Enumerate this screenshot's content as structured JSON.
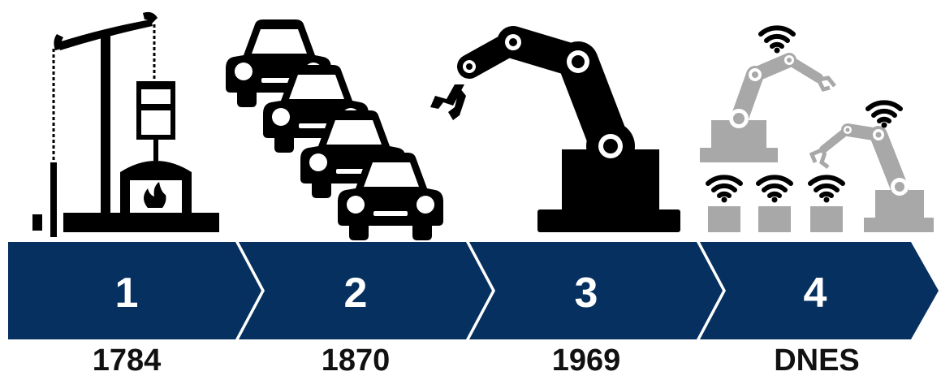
{
  "stages": [
    {
      "number": "1",
      "year": "1784",
      "icon": "steam-engine-icon"
    },
    {
      "number": "2",
      "year": "1870",
      "icon": "assembly-line-cars-icon"
    },
    {
      "number": "3",
      "year": "1969",
      "icon": "robotic-arm-icon"
    },
    {
      "number": "4",
      "year": "DNES",
      "icon": "connected-robots-iot-icon"
    }
  ],
  "colors": {
    "arrow": "#06305f",
    "arrow_text": "#ffffff",
    "icon_black": "#000000",
    "icon_grey": "#a8a8a8",
    "year_text": "#111111"
  }
}
